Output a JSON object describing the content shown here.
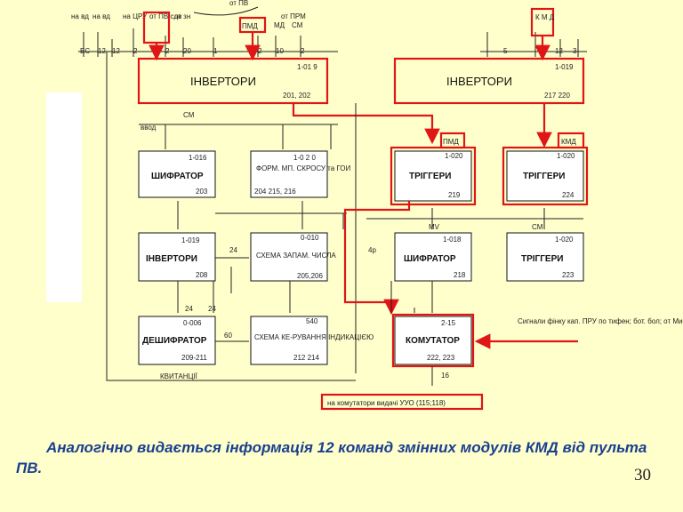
{
  "title_labels": {
    "from_pv": "от ПВ",
    "from_prm": "от ПРМ",
    "md": "МД",
    "sm": "СМ"
  },
  "top_inputs": {
    "a": "на вд",
    "b": "на вд",
    "c": "на ЦРУ",
    "d": "от ПВ сдв",
    "e": "от зн",
    "f": "ЕС",
    "g": "12",
    "h": "12",
    "i": "2",
    "j": "2",
    "k": "20",
    "l": "1",
    "m": "2",
    "n": "10",
    "o": "2",
    "p": "5",
    "q": "12",
    "r": "3"
  },
  "red_tags": {
    "pmd_top": "ПМД",
    "kmd_top": "К М Д",
    "pmd_mid": "ПМД",
    "kmd_mid": "КМД"
  },
  "blocks": {
    "inv1": {
      "title": "ІНВЕРТОРИ",
      "id": "1-01 9",
      "ref": "201, 202"
    },
    "inv2": {
      "title": "ІНВЕРТОРИ",
      "id": "1-019",
      "ref": "217 220"
    },
    "shifr1": {
      "title": "ШИФРАТОР",
      "id": "1-016",
      "ref": "203"
    },
    "form": {
      "title": "ФОРМ. МП. СКРОСУ та ГОИ",
      "id": "1-0 2 0",
      "ref": "204 215, 216"
    },
    "trig1": {
      "title": "ТРІГГЕРИ",
      "id": "1-020",
      "ref": "219"
    },
    "trig2": {
      "title": "ТРІГГЕРИ",
      "id": "1-020",
      "ref": "224"
    },
    "inv3": {
      "title": "ІНВЕРТОРИ",
      "id": "1-019",
      "ref": "208"
    },
    "schema": {
      "title": "СХЕМА ЗАПАМ. ЧИСЛА",
      "id": "0-010",
      "ref": "205,206"
    },
    "shifr2": {
      "title": "ШИФРАТОР",
      "id": "1-018",
      "ref": "218"
    },
    "trig3": {
      "title": "ТРІГГЕРИ",
      "id": "1-020",
      "ref": "223"
    },
    "deshifr": {
      "title": "ДЕШИФРАТОР",
      "id": "0-006",
      "ref": "209-211"
    },
    "sch_ind": {
      "title": "СХЕМА КЕ-РУВАННЯ ІНДИКАЦІЄЮ",
      "id": "540",
      "ref": "212 214"
    },
    "komut": {
      "title": "КОМУТАТОР",
      "id": "2-15",
      "ref": "222, 223"
    }
  },
  "wire_labels": {
    "sm1": "СМ",
    "vvod": "ввод",
    "n24a": "24",
    "n24b": "24",
    "n24c": "24",
    "n60": "60",
    "mv": "МV",
    "sm2": "СМ",
    "n4r": "4р",
    "n16": "16",
    "kvitancii": "КВИТАНЦІЇ"
  },
  "side_note": "Сигнали фінку кап. ПРУ   по тифен; бот. бол; от Мифс бол",
  "output_box": "на комутатори видачі УУО (115;118)",
  "caption": "Аналогічно видається інформація 12 команд змінних модулів КМД від пульта ПВ.",
  "page_number": "30",
  "colors": {
    "background": "#ffffcc",
    "highlight": "#e01515",
    "caption": "#1a3f8f"
  }
}
